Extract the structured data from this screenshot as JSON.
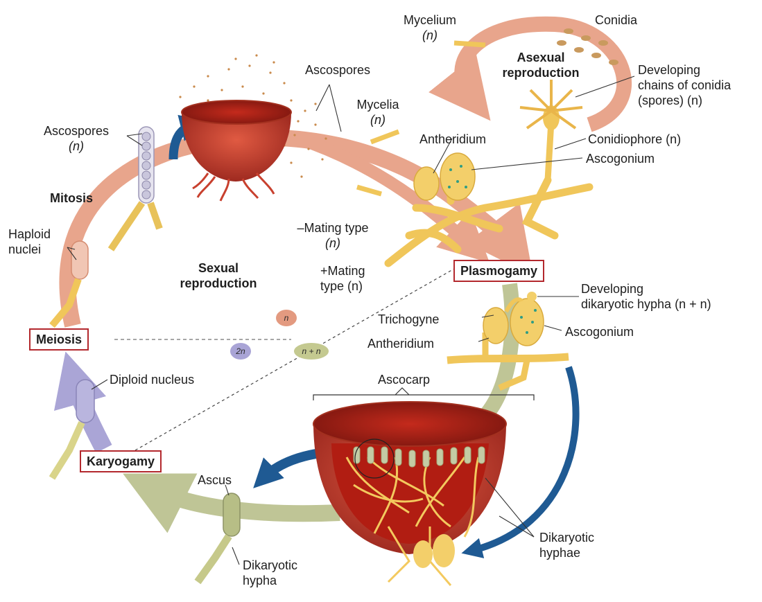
{
  "labels": {
    "mycelium_n": "Mycelium",
    "mycelium_n_sub": "(n)",
    "conidia": "Conidia",
    "asexual_1": "Asexual",
    "asexual_2": "reproduction",
    "developing_1": "Developing",
    "developing_2": "chains of conidia",
    "developing_3": "(spores) (n)",
    "ascospores_top": "Ascospores",
    "mycelia": "Mycelia",
    "mycelia_sub": "(n)",
    "ascospores_left": "Ascospores",
    "ascospores_left_sub": "(n)",
    "antheridium_top": "Antheridium",
    "conidiophore": "Conidiophore (n)",
    "ascogonium_top": "Ascogonium",
    "mitosis": "Mitosis",
    "haploid_1": "Haploid",
    "haploid_2": "nuclei",
    "sexual_1": "Sexual",
    "sexual_2": "reproduction",
    "minus_mating_1": "–Mating type",
    "minus_mating_2": "(n)",
    "plus_mating_1": "+Mating",
    "plus_mating_2": "type (n)",
    "developing_dik_1": "Developing",
    "developing_dik_2": "dikaryotic hypha (n + n)",
    "trichogyne": "Trichogyne",
    "ascogonium_mid": "Ascogonium",
    "antheridium_mid": "Antheridium",
    "diploid_nucleus": "Diploid nucleus",
    "ascocarp": "Ascocarp",
    "ascus": "Ascus",
    "dikaryotic_hyphae_1": "Dikaryotic",
    "dikaryotic_hyphae_2": "hyphae",
    "dikaryotic_hypha_1": "Dikaryotic",
    "dikaryotic_hypha_2": "hypha"
  },
  "stages": {
    "plasmogamy": "Plasmogamy",
    "meiosis": "Meiosis",
    "karyogamy": "Karyogamy"
  },
  "key": {
    "haploid": "n",
    "diploid": "2n",
    "dikaryotic": "n + n"
  },
  "colors": {
    "haploid_arrow": "#e8a58c",
    "dikaryotic_arrow": "#bfc596",
    "diploid_arrow": "#aaa5d6",
    "blue_arrow": "#1f5a93",
    "stage_box_border": "#b3282d",
    "ascocarp": "#c8402e",
    "hyphae": "#f3c95e"
  }
}
